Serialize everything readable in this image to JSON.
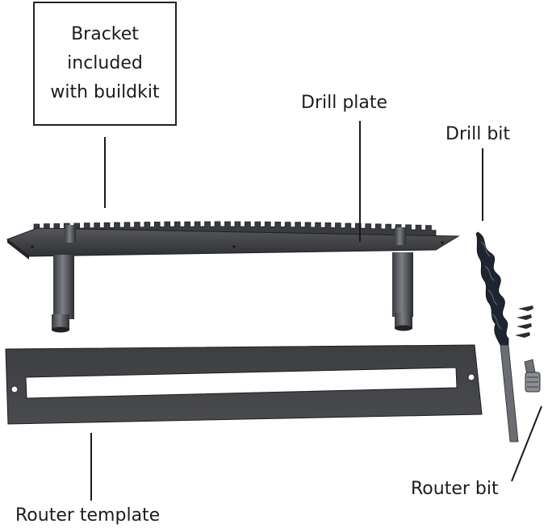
{
  "labels": {
    "bracket": "Bracket\nincluded\nwith buildkit",
    "drill_plate": "Drill plate",
    "drill_bit": "Drill bit",
    "router_bit": "Router bit",
    "router_template": "Router template"
  },
  "colors": {
    "metal_dark": "#2e2f31",
    "metal_mid": "#45474a",
    "metal_light": "#6a6d71",
    "leader_line": "#1a1a1a",
    "drill_bit": "#1f2530"
  }
}
